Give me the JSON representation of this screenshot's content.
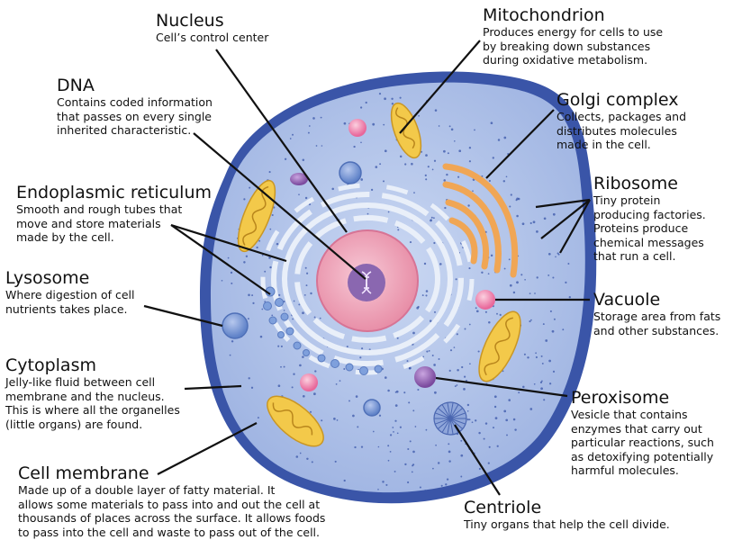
{
  "labels": {
    "nucleus": {
      "title": "Nucleus",
      "desc": "Cell’s control center"
    },
    "dna": {
      "title": "DNA",
      "desc": "Contains coded information\nthat passes on every single\ninherited characteristic."
    },
    "er": {
      "title": "Endoplasmic reticulum",
      "desc": "Smooth and rough tubes that\nmove and store materials\nmade by the cell."
    },
    "lysosome": {
      "title": "Lysosome",
      "desc": "Where digestion of cell\nnutrients takes place."
    },
    "cytoplasm": {
      "title": "Cytoplasm",
      "desc": "Jelly-like fluid between cell\nmembrane and the nucleus.\nThis is where all the organelles\n(little organs) are found."
    },
    "membrane": {
      "title": "Cell membrane",
      "desc": "Made up of a double layer of fatty material. It\nallows some materials to pass into and out the cell at\nthousands of places across the surface. It allows foods\nto pass into the cell and waste to pass out of the cell."
    },
    "mitochondrion": {
      "title": "Mitochondrion",
      "desc": "Produces energy for cells to use\nby breaking down substances\nduring oxidative metabolism."
    },
    "golgi": {
      "title": "Golgi complex",
      "desc": "Collects, packages and\ndistributes molecules\nmade in the cell."
    },
    "ribosome": {
      "title": "Ribosome",
      "desc": "Tiny protein\nproducing factories.\nProteins produce\nchemical messages\nthat run a cell."
    },
    "vacuole": {
      "title": "Vacuole",
      "desc": "Storage area from fats\nand other substances."
    },
    "peroxisome": {
      "title": "Peroxisome",
      "desc": "Vesicle that contains\nenzymes that carry out\nparticular reactions, such\nas detoxifying potentially\nharmful molecules."
    },
    "centriole": {
      "title": "Centriole",
      "desc": "Tiny organs that help the cell divide."
    }
  },
  "colors": {
    "membrane": "#3a55a8",
    "cytoplasm": "#a9bde6",
    "nucleus_outer": "#f3b9c9",
    "nucleolus": "#8a67b0",
    "mitochondria": "#f3c94a",
    "golgi": "#f0a655",
    "vesicle_blue": "#7fa0dc",
    "vacuole": "#f28fb0",
    "peroxisome": "#8e5cb0"
  }
}
